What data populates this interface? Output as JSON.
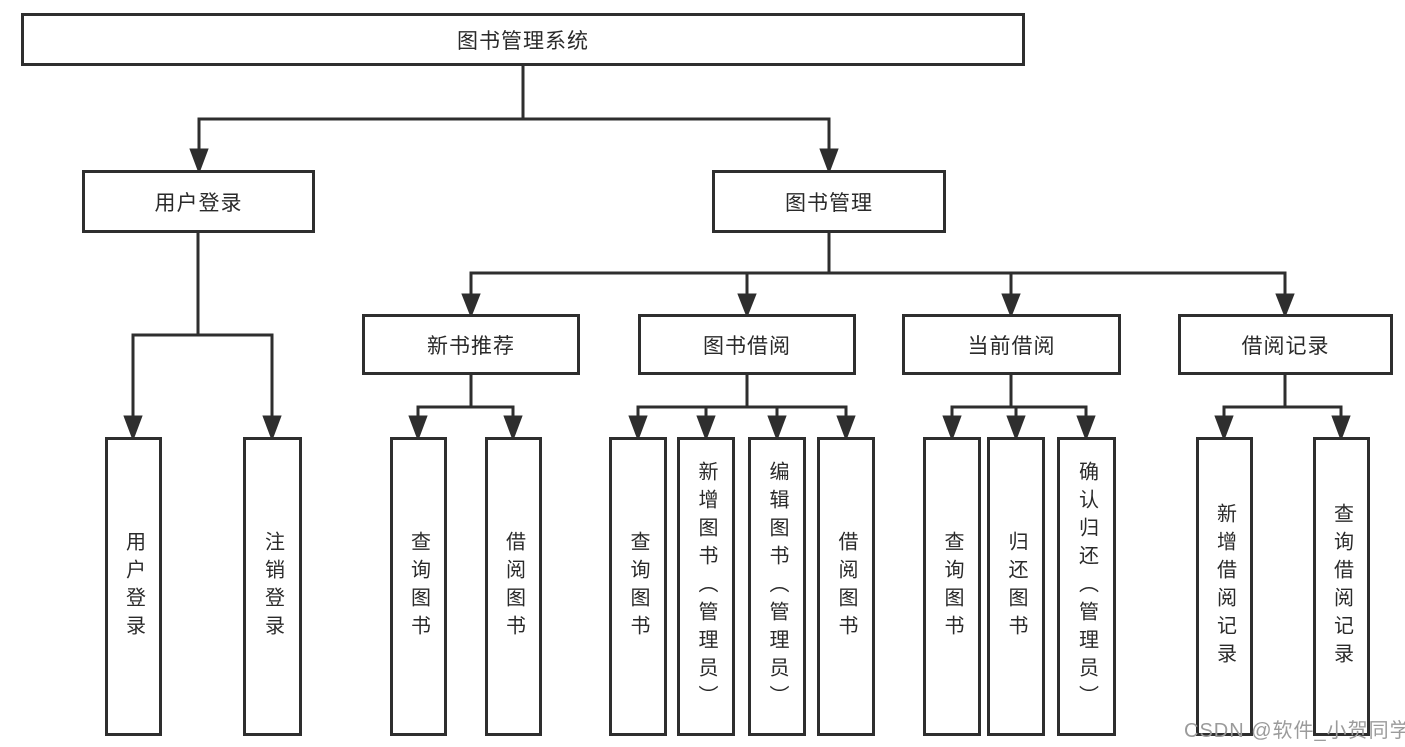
{
  "diagram_title": "图书管理系统",
  "nodes": {
    "root": "图书管理系统",
    "level2": {
      "user_login": "用户登录",
      "book_mgmt": "图书管理"
    },
    "level3": {
      "new_book_rec": "新书推荐",
      "book_borrow": "图书借阅",
      "current_borrow": "当前借阅",
      "borrow_record": "借阅记录"
    },
    "leaves": {
      "user_login_login": "用户登录",
      "user_login_logout": "注销登录",
      "rec_query_book": "查询图书",
      "rec_borrow_book": "借阅图书",
      "bb_query_book": "查询图书",
      "bb_add_book_admin": "新增图书（管理员）",
      "bb_edit_book_admin": "编辑图书（管理员）",
      "bb_borrow_book": "借阅图书",
      "cb_query_book": "查询图书",
      "cb_return_book": "归还图书",
      "cb_confirm_return_admin": "确认归还（管理员）",
      "br_add_record": "新增借阅记录",
      "br_query_record": "查询借阅记录"
    }
  },
  "watermark": "CSDN @软件_小贺同学",
  "colors": {
    "line": "#2e2e2e",
    "box_border": "#2e2e2e",
    "text": "#2a2a2a",
    "watermark": "#9b9b9b",
    "background": "#ffffff"
  }
}
